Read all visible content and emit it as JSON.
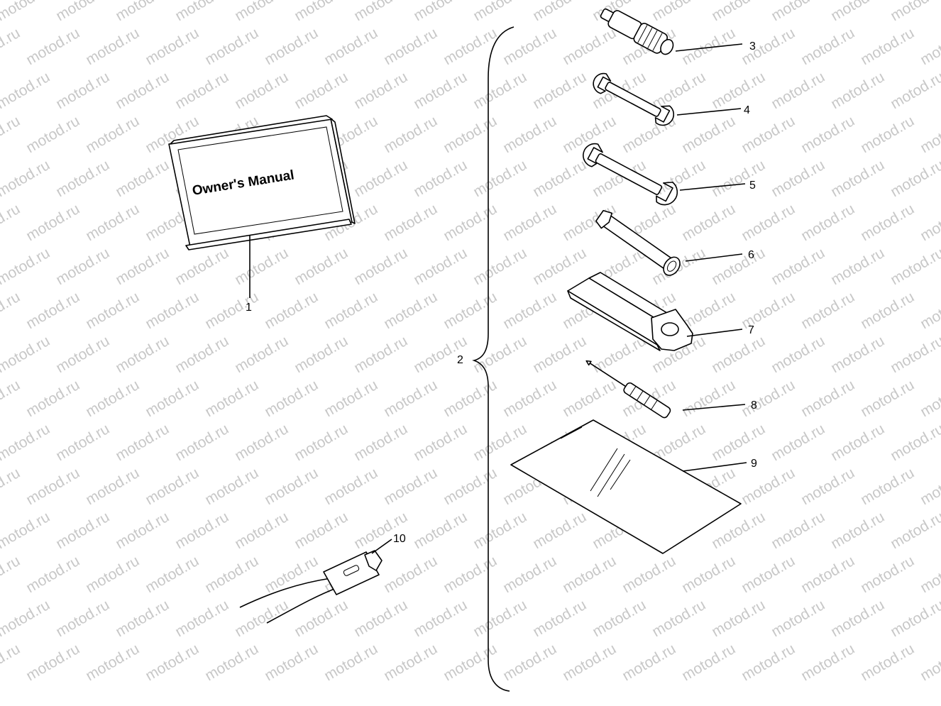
{
  "watermark": "motod.ru",
  "manual": {
    "cover_title": "Owner's Manual"
  },
  "callouts": {
    "c1": "1",
    "c2": "2",
    "c3": "3",
    "c4": "4",
    "c5": "5",
    "c6": "6",
    "c7": "7",
    "c8": "8",
    "c9": "9",
    "c10": "10"
  }
}
